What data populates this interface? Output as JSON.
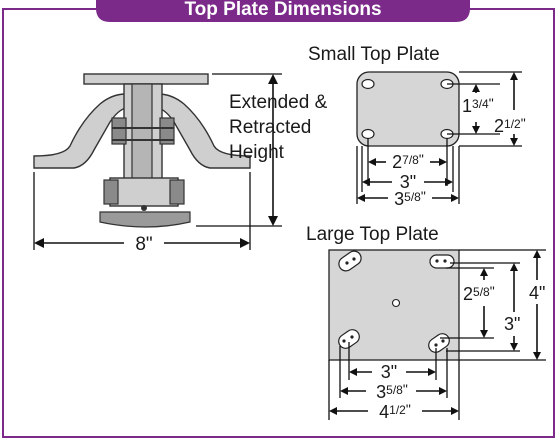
{
  "banner": {
    "title": "Top Plate Dimensions",
    "color": "#7b2a8a"
  },
  "frame": {
    "border_color": "#7b2a8a"
  },
  "caster": {
    "height_label_line1": "Extended &",
    "height_label_line2": "Retracted",
    "height_label_line3": "Height",
    "width_label": "8\""
  },
  "small_plate": {
    "title": "Small Top Plate",
    "height_inner": {
      "whole": "1",
      "frac": "3/4",
      "unit": "\""
    },
    "height_outer": {
      "whole": "2",
      "frac": "1/2",
      "unit": "\""
    },
    "width_inner": {
      "whole": "2",
      "frac": "7/8",
      "unit": "\""
    },
    "width_mid": "3\"",
    "width_outer": {
      "whole": "3",
      "frac": "5/8",
      "unit": "\""
    }
  },
  "large_plate": {
    "title": "Large Top Plate",
    "height_inner": {
      "whole": "2",
      "frac": "5/8",
      "unit": "\""
    },
    "height_mid": "3\"",
    "height_outer": "4\"",
    "width_inner": "3\"",
    "width_mid": {
      "whole": "3",
      "frac": "5/8",
      "unit": "\""
    },
    "width_outer": {
      "whole": "4",
      "frac": "1/2",
      "unit": "\""
    }
  }
}
